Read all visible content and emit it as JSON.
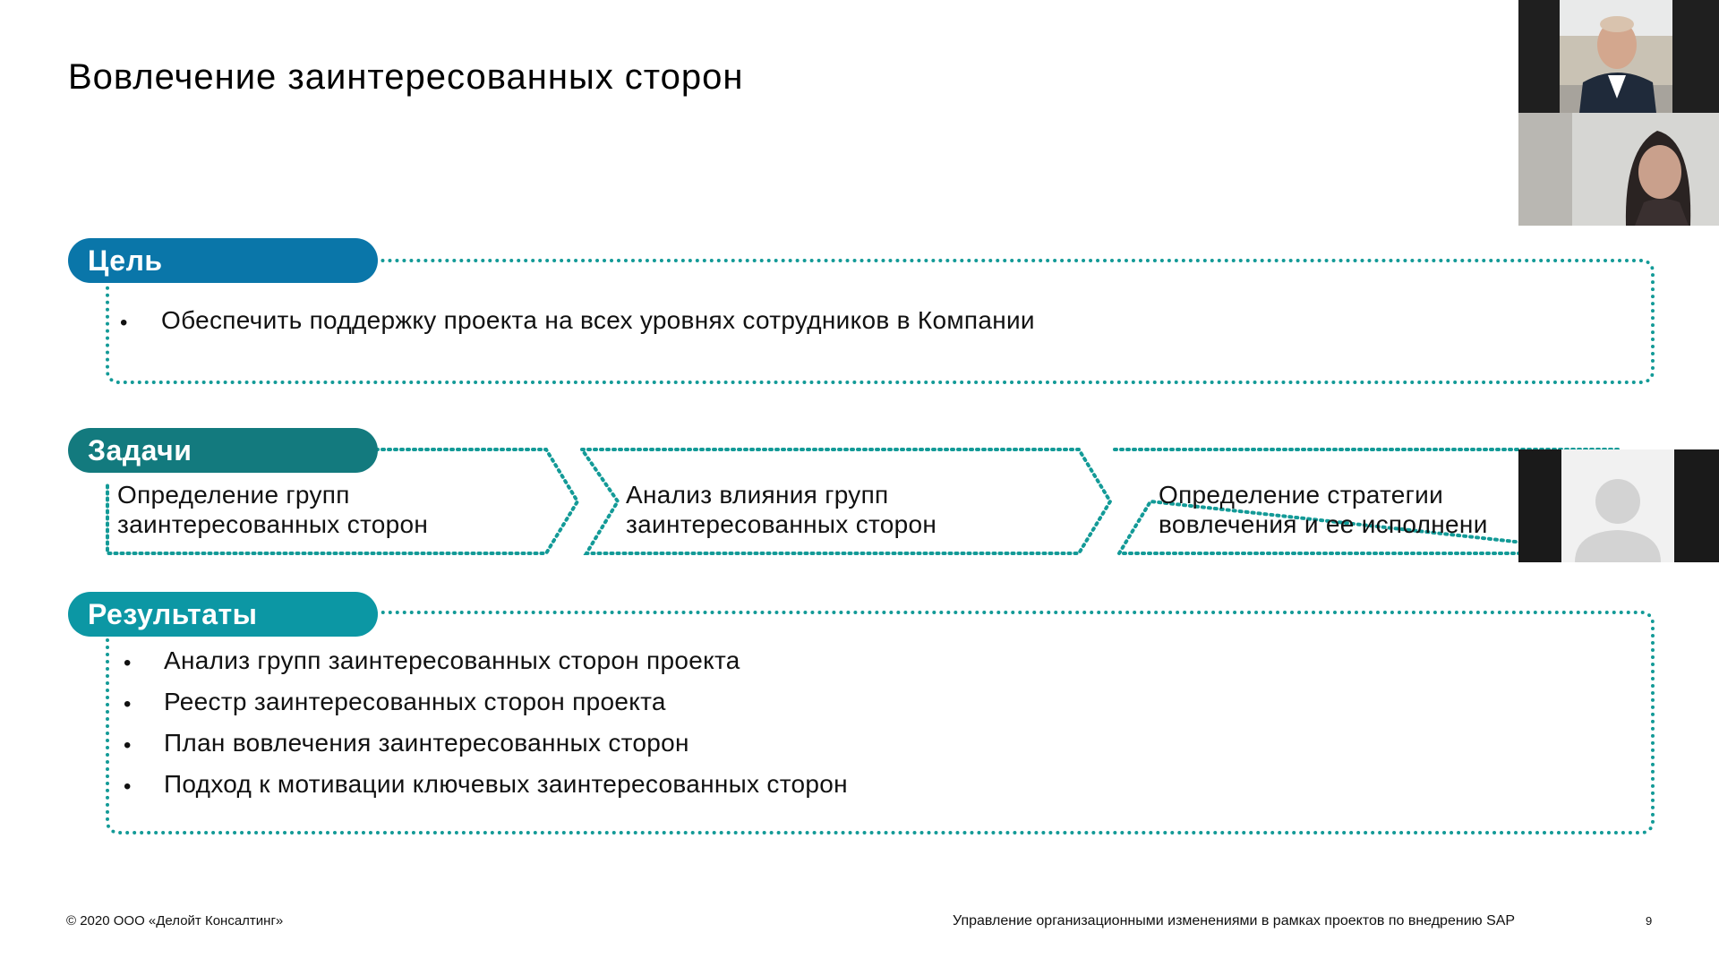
{
  "slide": {
    "title": "Вовлечение заинтересованных сторон",
    "goal": {
      "label": "Цель",
      "bullets": [
        "Обеспечить поддержку проекта на всех уровнях сотрудников в Компании"
      ]
    },
    "tasks": {
      "label": "Задачи",
      "steps": [
        {
          "line1": "Определение групп",
          "line2": "заинтересованных сторон"
        },
        {
          "line1": "Анализ влияния групп",
          "line2": "заинтересованных сторон"
        },
        {
          "line1": "Определение стратегии",
          "line2": "вовлечения и ее исполнени"
        }
      ]
    },
    "results": {
      "label": "Результаты",
      "bullets": [
        "Анализ групп заинтересованных сторон проекта",
        "Реестр заинтересованных сторон проекта",
        "План вовлечения заинтересованных сторон",
        "Подход к мотивации ключевых заинтересованных сторон"
      ]
    },
    "bullet_glyph": "•",
    "footer": {
      "copyright": "© 2020 ООО «Делойт Консалтинг»",
      "subtitle": "Управление организационными изменениями в рамках проектов по внедрению SAP",
      "page_number": "9"
    }
  },
  "participants": [
    {
      "name": "participant-video-man",
      "kind": "video"
    },
    {
      "name": "participant-video-woman",
      "kind": "video"
    },
    {
      "name": "participant-avatar",
      "kind": "avatar-placeholder"
    }
  ],
  "colors": {
    "goal_pill": "#0a76a9",
    "tasks_pill": "#137a7e",
    "results_pill": "#0c97a4",
    "dotted_border": "#139a97"
  }
}
